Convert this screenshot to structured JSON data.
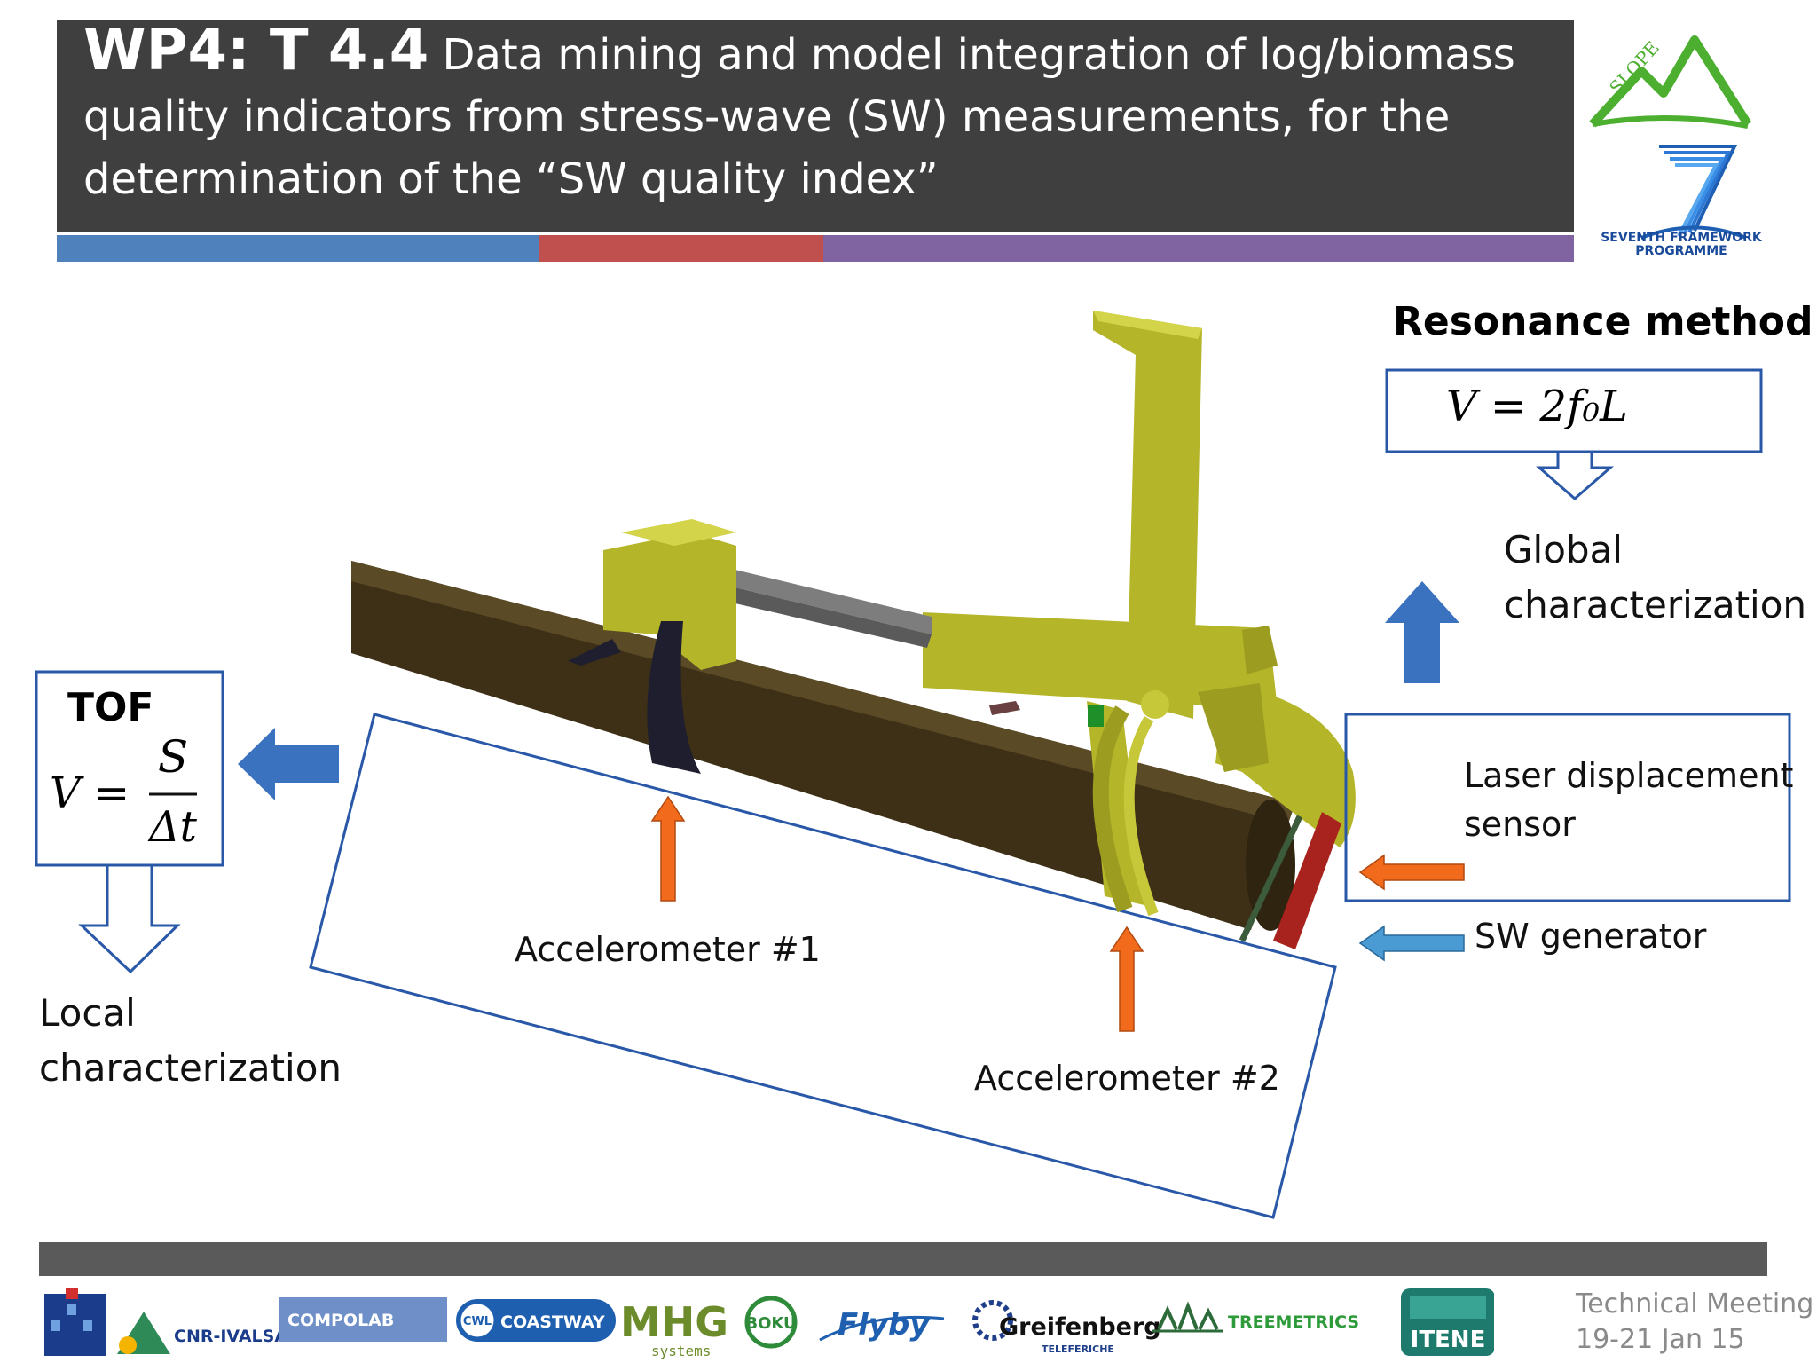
{
  "title": {
    "code": "WP4: T 4.4",
    "text": "Data mining and model integration of log/biomass quality indicators from stress-wave (SW) measurements, for the determination of the “SW quality index”"
  },
  "header_logos": {
    "slope": "SLOPE",
    "fp7_line1": "SEVENTH FRAMEWORK",
    "fp7_line2": "PROGRAMME"
  },
  "resonance": {
    "heading": "Resonance method",
    "formula": "V = 2f₀L",
    "result_line1": "Global",
    "result_line2": "characterization"
  },
  "tof": {
    "heading": "TOF",
    "formula_lhs": "V =",
    "numerator": "S",
    "denominator": "Δt",
    "result_line1": "Local",
    "result_line2": "characterization"
  },
  "labels": {
    "laser_line1": "Laser displacement",
    "laser_line2": "sensor",
    "sw_generator": "SW generator",
    "accelerometer1": "Accelerometer #1",
    "accelerometer2": "Accelerometer #2"
  },
  "footer": {
    "meeting_line1": "Technical Meeting",
    "meeting_line2": "19-21 Jan 15",
    "partners": {
      "cnr": "CNR-IVALSA",
      "compolab": "COMPOLAB",
      "cwl": "CWL",
      "coastway": "COASTWAY",
      "mhg": "MHG",
      "mhg_sub": "systems",
      "boku": "BOKU",
      "flyby": "Flyby",
      "greifenberg": "Greifenberg",
      "greifenberg_sub": "TELEFERICHE",
      "treemetrics": "TREEMETRICS",
      "itene": "ITENE"
    }
  },
  "colors": {
    "blue_bar": "#4f81bd",
    "red_bar": "#c0504d",
    "purple_bar": "#8064a2",
    "heading_blue": "#3a6ea5",
    "machine_yellow": "#b5b52a",
    "log_brown": "#3e3016"
  }
}
